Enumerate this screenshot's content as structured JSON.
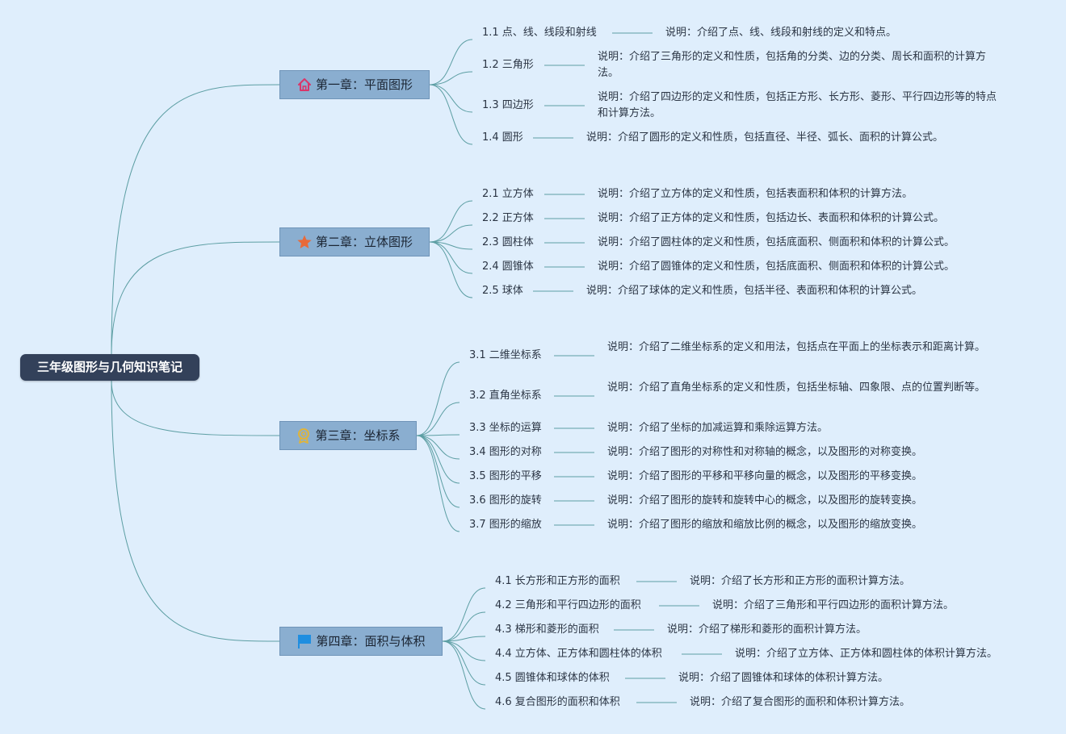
{
  "root": {
    "label": "三年级图形与几何知识笔记"
  },
  "colors": {
    "background": "#dfeefc",
    "root_fill": "#33415a",
    "chapter_fill": "#8aaed0",
    "link": "#5c9ea3"
  },
  "chapters": [
    {
      "title": "第一章：平面图形",
      "icon": "home-icon",
      "items": [
        {
          "label": "1.1 点、线、线段和射线",
          "desc": "说明：介绍了点、线、线段和射线的定义和特点。"
        },
        {
          "label": "1.2 三角形",
          "desc": "说明：介绍了三角形的定义和性质，包括角的分类、边的分类、周长和面积的计算方法。"
        },
        {
          "label": "1.3 四边形",
          "desc": "说明：介绍了四边形的定义和性质，包括正方形、长方形、菱形、平行四边形等的特点和计算方法。"
        },
        {
          "label": "1.4 圆形",
          "desc": "说明：介绍了圆形的定义和性质，包括直径、半径、弧长、面积的计算公式。"
        }
      ]
    },
    {
      "title": "第二章：立体图形",
      "icon": "star-icon",
      "items": [
        {
          "label": "2.1 立方体",
          "desc": "说明：介绍了立方体的定义和性质，包括表面积和体积的计算方法。"
        },
        {
          "label": "2.2 正方体",
          "desc": "说明：介绍了正方体的定义和性质，包括边长、表面积和体积的计算公式。"
        },
        {
          "label": "2.3 圆柱体",
          "desc": "说明：介绍了圆柱体的定义和性质，包括底面积、侧面积和体积的计算公式。"
        },
        {
          "label": "2.4 圆锥体",
          "desc": "说明：介绍了圆锥体的定义和性质，包括底面积、侧面积和体积的计算公式。"
        },
        {
          "label": "2.5 球体",
          "desc": "说明：介绍了球体的定义和性质，包括半径、表面积和体积的计算公式。"
        }
      ]
    },
    {
      "title": "第三章：坐标系",
      "icon": "award-icon",
      "items": [
        {
          "label": "3.1 二维坐标系",
          "desc": "说明：介绍了二维坐标系的定义和用法，包括点在平面上的坐标表示和距离计算。"
        },
        {
          "label": "3.2 直角坐标系",
          "desc": "说明：介绍了直角坐标系的定义和性质，包括坐标轴、四象限、点的位置判断等。"
        },
        {
          "label": "3.3 坐标的运算",
          "desc": "说明：介绍了坐标的加减运算和乘除运算方法。"
        },
        {
          "label": "3.4 图形的对称",
          "desc": "说明：介绍了图形的对称性和对称轴的概念，以及图形的对称变换。"
        },
        {
          "label": "3.5 图形的平移",
          "desc": "说明：介绍了图形的平移和平移向量的概念，以及图形的平移变换。"
        },
        {
          "label": "3.6 图形的旋转",
          "desc": "说明：介绍了图形的旋转和旋转中心的概念，以及图形的旋转变换。"
        },
        {
          "label": "3.7 图形的缩放",
          "desc": "说明：介绍了图形的缩放和缩放比例的概念，以及图形的缩放变换。"
        }
      ]
    },
    {
      "title": "第四章：面积与体积",
      "icon": "flag-icon",
      "items": [
        {
          "label": "4.1 长方形和正方形的面积",
          "desc": "说明：介绍了长方形和正方形的面积计算方法。"
        },
        {
          "label": "4.2 三角形和平行四边形的面积",
          "desc": "说明：介绍了三角形和平行四边形的面积计算方法。"
        },
        {
          "label": "4.3 梯形和菱形的面积",
          "desc": "说明：介绍了梯形和菱形的面积计算方法。"
        },
        {
          "label": "4.4 立方体、正方体和圆柱体的体积",
          "desc": "说明：介绍了立方体、正方体和圆柱体的体积计算方法。"
        },
        {
          "label": "4.5 圆锥体和球体的体积",
          "desc": "说明：介绍了圆锥体和球体的体积计算方法。"
        },
        {
          "label": "4.6 复合图形的面积和体积",
          "desc": "说明：介绍了复合图形的面积和体积计算方法。"
        }
      ]
    }
  ]
}
